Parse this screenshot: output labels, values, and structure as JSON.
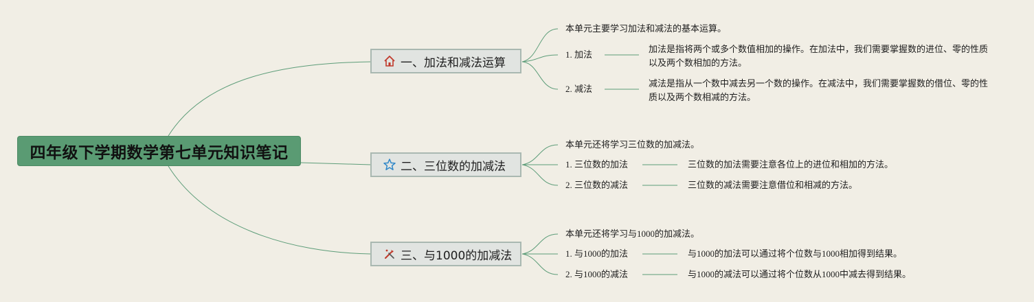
{
  "root": {
    "title": "四年级下学期数学第七单元知识笔记"
  },
  "colors": {
    "root_fill": "#5a9b73",
    "branch_fill": "#e1e4e1",
    "branch_border": "#a9b8b1",
    "line": "#5c9c78",
    "background": "#f1eee5"
  },
  "branches": [
    {
      "icon": "house-icon",
      "label": "一、加法和减法运算",
      "intro": "本单元主要学习加法和减法的基本运算。",
      "items": [
        {
          "label": "1. 加法",
          "desc": "加法是指将两个或多个数值相加的操作。在加法中，我们需要掌握数的进位、零的性质以及两个数相加的方法。"
        },
        {
          "label": "2. 减法",
          "desc": "减法是指从一个数中减去另一个数的操作。在减法中，我们需要掌握数的借位、零的性质以及两个数相减的方法。"
        }
      ]
    },
    {
      "icon": "star-icon",
      "label": "二、三位数的加减法",
      "intro": "本单元还将学习三位数的加减法。",
      "items": [
        {
          "label": "1. 三位数的加法",
          "desc": "三位数的加法需要注意各位上的进位和相加的方法。"
        },
        {
          "label": "2. 三位数的减法",
          "desc": "三位数的减法需要注意借位和相减的方法。"
        }
      ]
    },
    {
      "icon": "tools-icon",
      "label": "三、与1000的加减法",
      "intro": "本单元还将学习与1000的加减法。",
      "items": [
        {
          "label": "1. 与1000的加法",
          "desc": "与1000的加法可以通过将个位数与1000相加得到结果。"
        },
        {
          "label": "2. 与1000的减法",
          "desc": "与1000的减法可以通过将个位数从1000中减去得到结果。"
        }
      ]
    }
  ]
}
